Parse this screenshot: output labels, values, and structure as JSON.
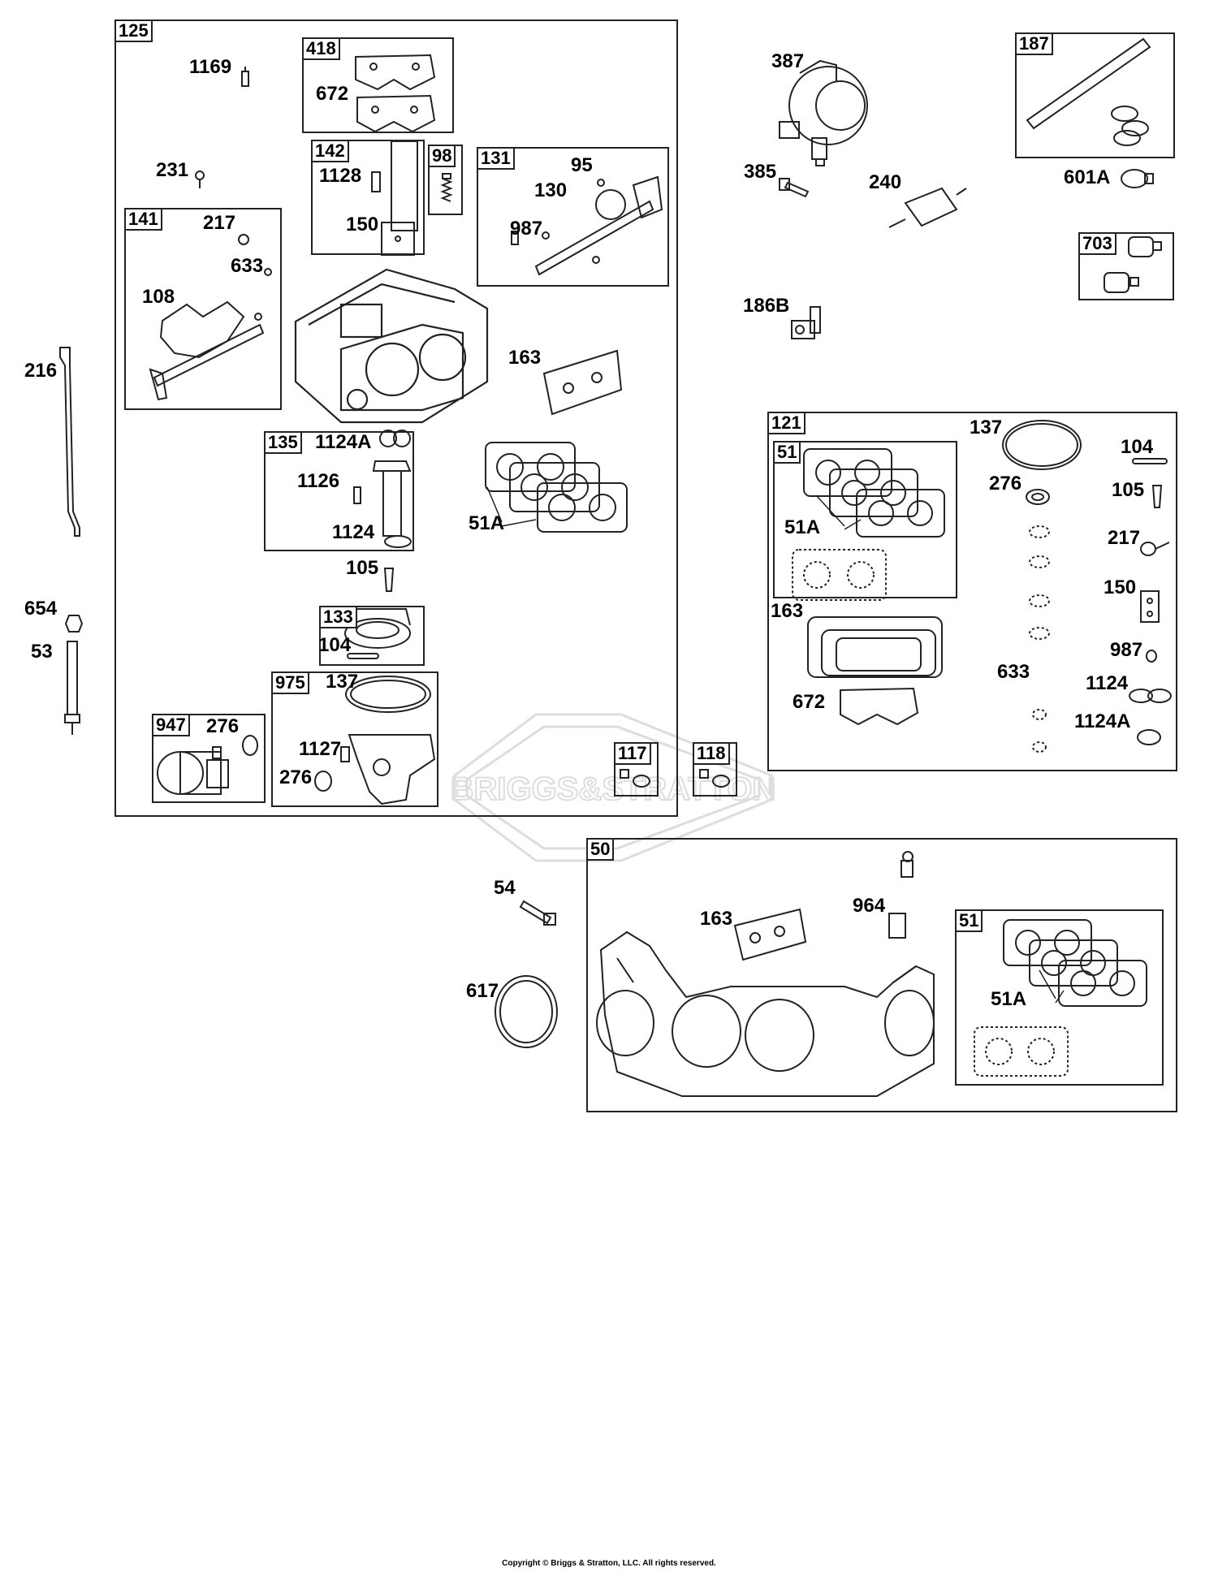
{
  "boxes": {
    "b125": "125",
    "b418": "418",
    "b142": "142",
    "b98": "98",
    "b131": "131",
    "b141": "141",
    "b135": "135",
    "b133": "133",
    "b975": "975",
    "b947": "947",
    "b117": "117",
    "b118": "118",
    "b187": "187",
    "b703": "703",
    "b121": "121",
    "b121_51": "51",
    "b50": "50",
    "b50_51": "51"
  },
  "labels": {
    "l1169": "1169",
    "l672a": "672",
    "l231": "231",
    "l1128": "1128",
    "l150a": "150",
    "l95": "95",
    "l130": "130",
    "l987a": "987",
    "l217a": "217",
    "l633a": "633",
    "l108": "108",
    "l216": "216",
    "l163a": "163",
    "l1124Aa": "1124A",
    "l1126": "1126",
    "l1124a": "1124",
    "l51Aa": "51A",
    "l105a": "105",
    "l104a": "104",
    "l137a": "137",
    "l1127": "1127",
    "l276a": "276",
    "l276b": "276",
    "l654": "654",
    "l53": "53",
    "l387": "387",
    "l385": "385",
    "l240": "240",
    "l601A": "601A",
    "l186B": "186B",
    "l137b": "137",
    "l104b": "104",
    "l276c": "276",
    "l105b": "105",
    "l217b": "217",
    "l51Ab": "51A",
    "l150b": "150",
    "l163b": "163",
    "l987b": "987",
    "l633b": "633",
    "l1124b": "1124",
    "l672b": "672",
    "l1124Ab": "1124A",
    "l54": "54",
    "l163c": "163",
    "l964": "964",
    "l617": "617",
    "l51Ac": "51A"
  },
  "watermark": "BRIGGS&STRATTON",
  "copyright": "Copyright © Briggs & Stratton, LLC. All rights reserved."
}
